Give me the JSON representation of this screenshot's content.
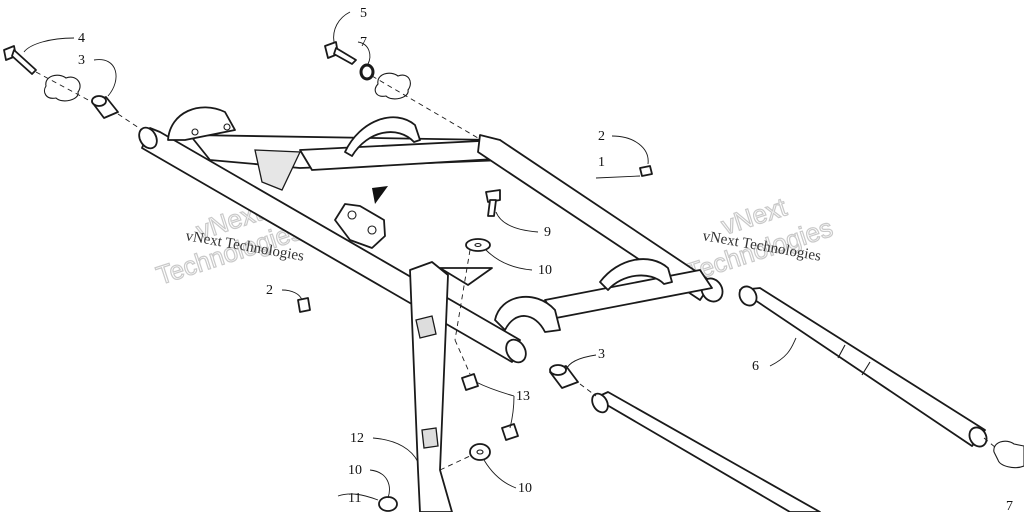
{
  "watermark": {
    "company": "vNext Technologies",
    "outline_line1": "vNext",
    "outline_line2": "Technologies"
  },
  "callouts": [
    "1",
    "2",
    "3",
    "4",
    "5",
    "6",
    "7",
    "9",
    "10",
    "11",
    "12",
    "13"
  ],
  "colors": {
    "line": "#1a1a1a",
    "watermark": "#c9c9c9",
    "background": "#ffffff"
  }
}
